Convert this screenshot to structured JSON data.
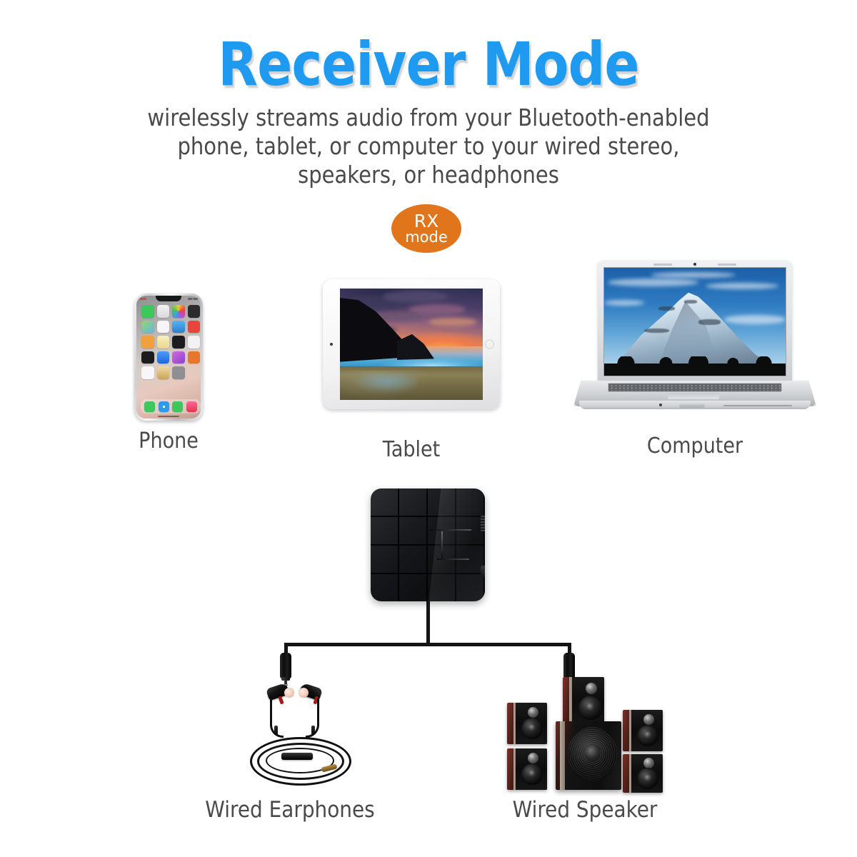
{
  "page": {
    "title": "Receiver Mode",
    "subtitle": "wirelessly streams audio from your Bluetooth-enabled phone, tablet, or computer to your wired stereo, speakers, or headphones",
    "background_color": "#ffffff",
    "title_color": "#1e9bf0",
    "text_color": "#4a4a4a"
  },
  "badge": {
    "line1": "RX",
    "line2": "mode",
    "color": "#e0751c",
    "text_color": "#ffffff"
  },
  "sources": [
    {
      "label": "Phone",
      "icon": "smartphone-icon"
    },
    {
      "label": "Tablet",
      "icon": "tablet-icon"
    },
    {
      "label": "Computer",
      "icon": "laptop-icon"
    }
  ],
  "device": {
    "name": "bluetooth-receiver-adapter",
    "color": "#17181b"
  },
  "outputs": [
    {
      "label": "Wired Earphones",
      "icon": "earphones-icon"
    },
    {
      "label": "Wired Speaker",
      "icon": "speaker-system-icon"
    }
  ],
  "phone_screen": {
    "app_colors": [
      "#3ec75a",
      "#e8e8ea",
      "#f3f3f5",
      "#2c2c2e",
      "#9ad36a",
      "#f6f6f8",
      "#3fa0e8",
      "#e8453c",
      "#f0a03c",
      "#f5e6a8",
      "#1c1c1e",
      "#f2f2f4",
      "#1c1c1e",
      "#2f7cf6",
      "#b84bd6",
      "#e8762c",
      "#f2f2f4",
      "#e8c98a",
      "#8e8e93"
    ],
    "dock_colors": [
      "#3ec75a",
      "#2f9ae8",
      "#3ec75a",
      "#f0567a"
    ]
  }
}
